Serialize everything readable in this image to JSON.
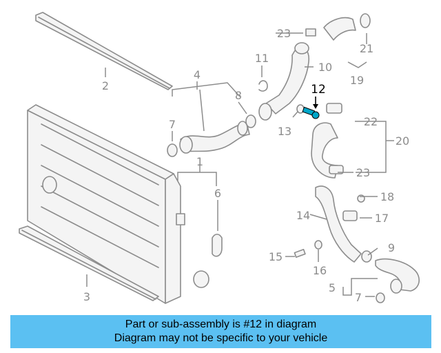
{
  "callouts": {
    "c1": "1",
    "c2": "2",
    "c3": "3",
    "c4": "4",
    "c5": "5",
    "c6": "6",
    "c7a": "7",
    "c7b": "7",
    "c8": "8",
    "c9": "9",
    "c10": "10",
    "c11": "11",
    "c12": "12",
    "c13": "13",
    "c14": "14",
    "c15": "15",
    "c16": "16",
    "c17": "17",
    "c18": "18",
    "c19": "19",
    "c20": "20",
    "c21": "21",
    "c22": "22",
    "c23a": "23",
    "c23b": "23"
  },
  "highlighted_part": "12",
  "colors": {
    "banner": "#5bc0f2",
    "highlight": "#00a6c8",
    "line": "#8c8c8c"
  },
  "banner": {
    "line1": "Part or sub-assembly is #12 in diagram",
    "line2": "Diagram may not be specific to your vehicle"
  }
}
